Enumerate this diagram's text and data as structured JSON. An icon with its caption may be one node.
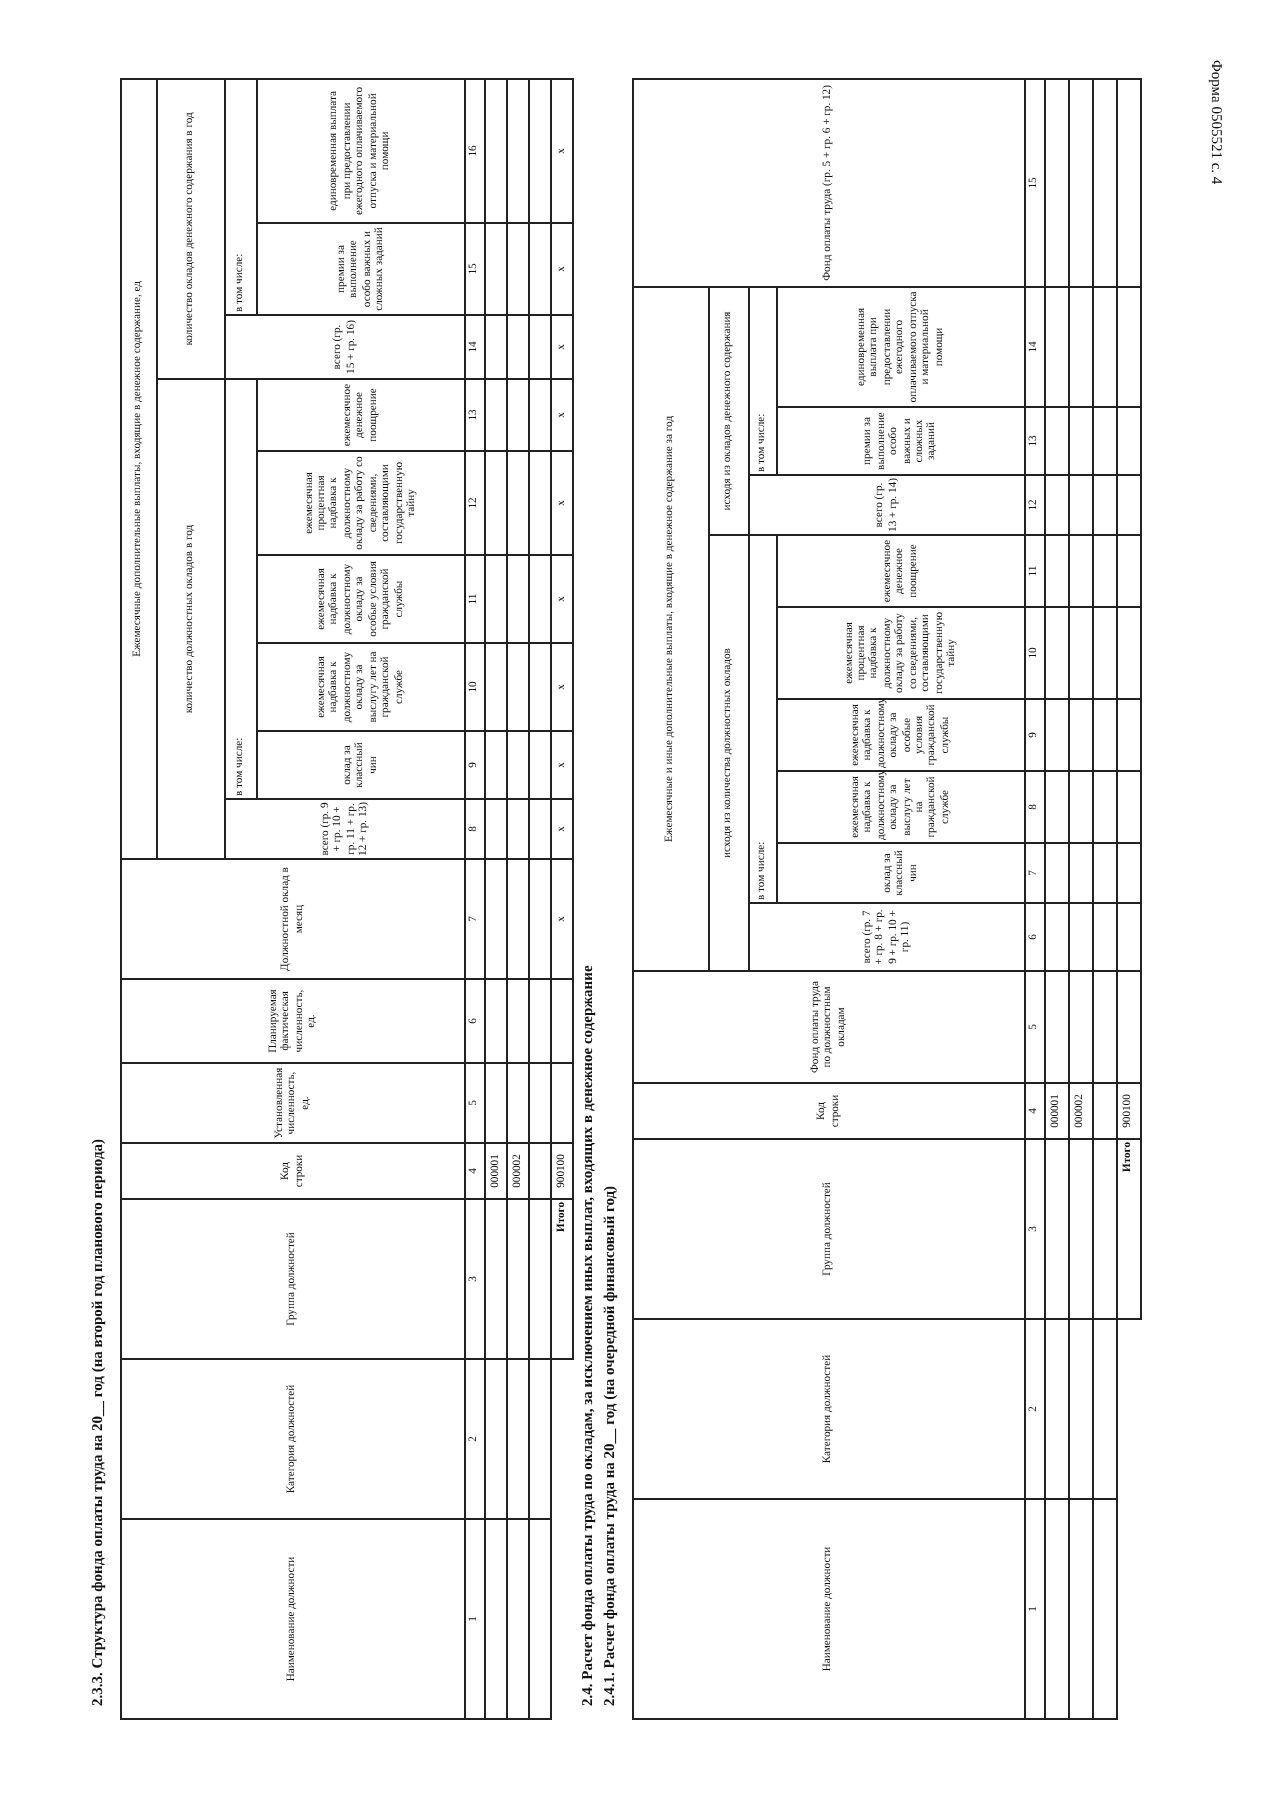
{
  "diagram": {
    "labels": [
      "Форма 0505521 с. 4",
      "2.3.3. Структура фонда оплаты труда на 20__ год (на второй год планового периода)",
      "Наименование должности",
      "Категория должностей",
      "Группа должностей",
      "Код строки",
      "Установленная численность, ед.",
      "Планируемая фактическая численность, ед.",
      "Должностной оклад в месяц",
      "Ежемесячные дополнительные выплаты, входящие в денежное содержание, ед",
      "количество должностных окладов в год",
      "количество окладов денежного содержания в год",
      "всего (гр. 9 + гр. 10 + гр. 11 + гр. 12 + гр. 13)",
      "в том числе:",
      "всего (гр. 15 + гр. 16)",
      "в том числе:",
      "оклад за классный чин",
      "ежемесячная надбавка к должностному окладу за выслугу лет на гражданской службе",
      "ежемесячная надбавка к должностному окладу за особые условия гражданской службы",
      "ежемесячная процентная надбавка к должностному окладу за работу со сведениями, составляющими государственную тайну",
      "ежемесячное денежное поощрение",
      "премии за выполнение особо важных и сложных заданий",
      "единовременная выплата при предоставлении ежегодного оплачиваемого отпуска и материальной помощи",
      "1",
      "2",
      "3",
      "4",
      "5",
      "6",
      "7",
      "8",
      "9",
      "10",
      "11",
      "12",
      "13",
      "14",
      "15",
      "16",
      "000001",
      "000002",
      "Итого",
      "900100",
      "x",
      "x",
      "x",
      "x",
      "x",
      "x",
      "x",
      "x",
      "x",
      "x",
      "2.4. Расчет фонда оплаты труда по окладам, за исключением иных выплат, входящих в денежное содержание",
      "2.4.1. Расчет фонда оплаты труда на 20__ год (на очередной финансовый год)",
      "Наименование должности",
      "Категория должностей",
      "Группа должностей",
      "Код строки",
      "Фонд оплаты труда по должностным окладам",
      "Ежемесячные и иные дополнительные выплаты, входящие в денежное содержание за год",
      "Фонд оплаты труда (гр. 5 + гр. 6 + гр. 12)",
      "исходя из количества должностных окладов",
      "исходя из окладов денежного содержания",
      "всего (гр. 7 + гр. 8 + гр. 9 + гр. 10 + гр. 11)",
      "в том числе:",
      "всего (гр. 13 + гр. 14)",
      "в том числе:",
      "оклад за классный чин",
      "ежемесячная надбавка к должностному окладу за выслугу лет на гражданской службе",
      "ежемесячная надбавка к должностному окладу за особые условия гражданской службы",
      "ежемесячная процентная надбавка к должностному окладу за работу со сведениями, составляющими государственную тайну",
      "ежемесячное денежное поощрение",
      "премии за выполнение особо важных и сложных заданий",
      "единовременная выплата при предоставлении ежегодного оплачиваемого отпуска и материальной помощи",
      "1",
      "2",
      "3",
      "4",
      "5",
      "6",
      "7",
      "8",
      "9",
      "10",
      "11",
      "12",
      "13",
      "14",
      "15",
      "000001",
      "000002",
      "Итого",
      "900100"
    ]
  }
}
